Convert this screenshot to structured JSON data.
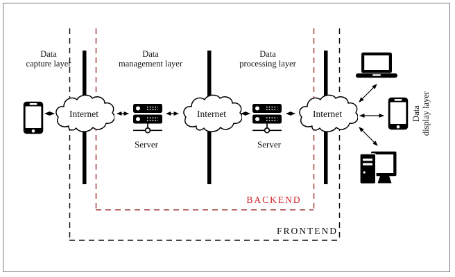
{
  "layer_labels": {
    "capture": {
      "line1": "Data",
      "line2": "capture layer"
    },
    "management": {
      "line1": "Data",
      "line2": "management layer"
    },
    "processing": {
      "line1": "Data",
      "line2": "processing layer"
    },
    "display": {
      "line1": "Data",
      "line2": "display layer"
    }
  },
  "nodes": {
    "internet_1": {
      "label": "Internet"
    },
    "internet_2": {
      "label": "Internet"
    },
    "internet_3": {
      "label": "Internet"
    },
    "server_1": {
      "label": "Server"
    },
    "server_2": {
      "label": "Server"
    }
  },
  "regions": {
    "backend": {
      "label": "BACKEND"
    },
    "frontend": {
      "label": "FRONTEND"
    }
  },
  "icons": {
    "capture_device": "smartphone-icon",
    "network_nodes": "internet-cloud-icon",
    "backend_nodes": "server-rack-icon",
    "display_devices": [
      "laptop-icon",
      "smartphone-icon",
      "desktop-computer-icon"
    ],
    "connections": "double-arrow-icon"
  },
  "colors": {
    "backend_text": "#d2232a",
    "backend_dashes": "#a23b38",
    "frontend_dashes": "#0d0d0d",
    "diagram_black": "#000000",
    "frame_border": "#7a7a7a",
    "background": "#ffffff"
  }
}
